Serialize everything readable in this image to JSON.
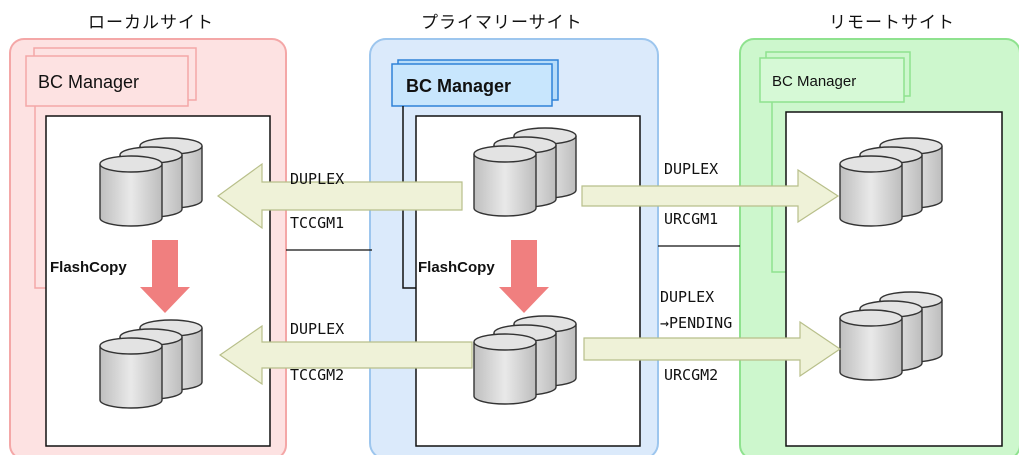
{
  "sites": {
    "local": {
      "title": "ローカルサイト",
      "bc_label": "BC Manager"
    },
    "primary": {
      "title": "プライマリーサイト",
      "bc_label": "BC Manager"
    },
    "remote": {
      "title": "リモートサイト",
      "bc_label": "BC Manager"
    }
  },
  "flashcopy": {
    "local": "FlashCopy",
    "primary": "FlashCopy"
  },
  "links": {
    "tc1": {
      "status": "DUPLEX",
      "group": "TCCGM1"
    },
    "tc2": {
      "status": "DUPLEX",
      "group": "TCCGM2"
    },
    "ur1": {
      "status": "DUPLEX",
      "group": "URCGM1"
    },
    "ur2": {
      "status_line1": "DUPLEX",
      "status_line2": "→PENDING",
      "group": "URCGM2"
    }
  },
  "colors": {
    "local_panel": "#fde2e2",
    "local_border": "#f4a7a7",
    "primary_panel": "#dbeafb",
    "primary_border": "#9dc6ee",
    "remote_panel": "#cdf7cd",
    "remote_border": "#8fe28f",
    "arrow_fill": "#eff2d8",
    "arrow_stroke": "#b8bf8a",
    "flash_arrow": "#f07f7f"
  }
}
